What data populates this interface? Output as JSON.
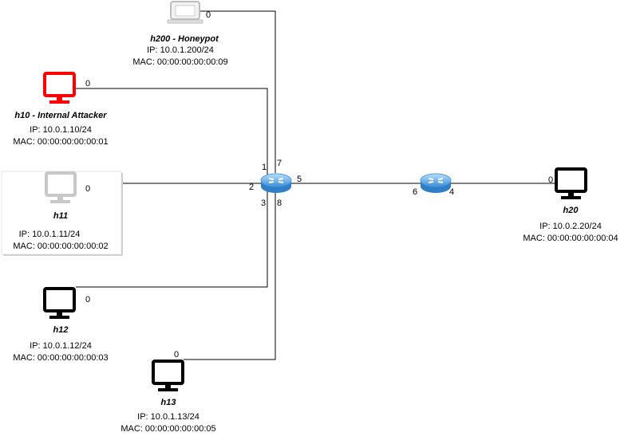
{
  "colors": {
    "attacker": "#ff0000",
    "inactive": "#c8c8c8",
    "active": "#000000",
    "router_light": "#8ec8f5",
    "router_dark": "#3d8fd6",
    "link": "#000000"
  },
  "hosts": {
    "h200": {
      "name": "h200 - Honeypot",
      "ip": "IP: 10.0.1.200/24",
      "mac": "MAC: 00:00:00:00:00:09",
      "icon": "computer-icon-laptop",
      "port": "0"
    },
    "h10": {
      "name": "h10 - Internal Attacker",
      "ip": "IP: 10.0.1.10/24",
      "mac": "MAC: 00:00:00:00:00:01",
      "icon": "computer-icon-attacker",
      "port": "0"
    },
    "h11": {
      "name": "h11",
      "ip": "IP: 10.0.1.11/24",
      "mac": "MAC: 00:00:00:00:00:02",
      "icon": "computer-icon-inactive",
      "port": "0"
    },
    "h12": {
      "name": "h12",
      "ip": "IP: 10.0.1.12/24",
      "mac": "MAC: 00:00:00:00:00:03",
      "icon": "computer-icon",
      "port": "0"
    },
    "h13": {
      "name": "h13",
      "ip": "IP: 10.0.1.13/24",
      "mac": "MAC: 00:00:00:00:00:05",
      "icon": "computer-icon",
      "port": "0"
    },
    "h20": {
      "name": "h20",
      "ip": "IP: 10.0.2.20/24",
      "mac": "MAC: 00:00:00:00:00:04",
      "icon": "computer-icon",
      "port": "0"
    }
  },
  "switches": {
    "s1": {
      "icon": "router-icon",
      "ports": {
        "p1": "1",
        "p2": "2",
        "p3": "3",
        "p5": "5",
        "p7": "7",
        "p8": "8"
      }
    },
    "s2": {
      "icon": "router-icon",
      "ports": {
        "p4": "4",
        "p6": "6"
      }
    }
  }
}
